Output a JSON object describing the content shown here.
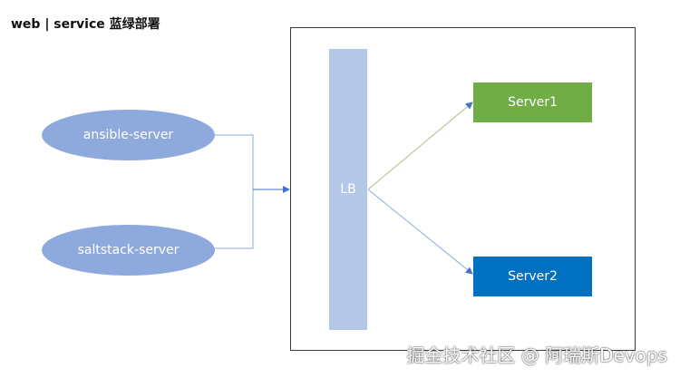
{
  "title": "web | service 蓝绿部署",
  "clients": [
    {
      "label": "ansible-server"
    },
    {
      "label": "saltstack-server"
    }
  ],
  "load_balancer": {
    "label": "LB"
  },
  "servers": [
    {
      "label": "Server1"
    },
    {
      "label": "Server2"
    }
  ],
  "watermark": "掘金技术社区 @ 阿瑞斯Devops",
  "colors": {
    "client_fill": "#8EA9DB",
    "lb_fill": "#B4C7E7",
    "server1_fill": "#70AD47",
    "server2_fill": "#0070C0",
    "connector": "#8EA9DB",
    "frame_border": "#3a3a3a"
  }
}
